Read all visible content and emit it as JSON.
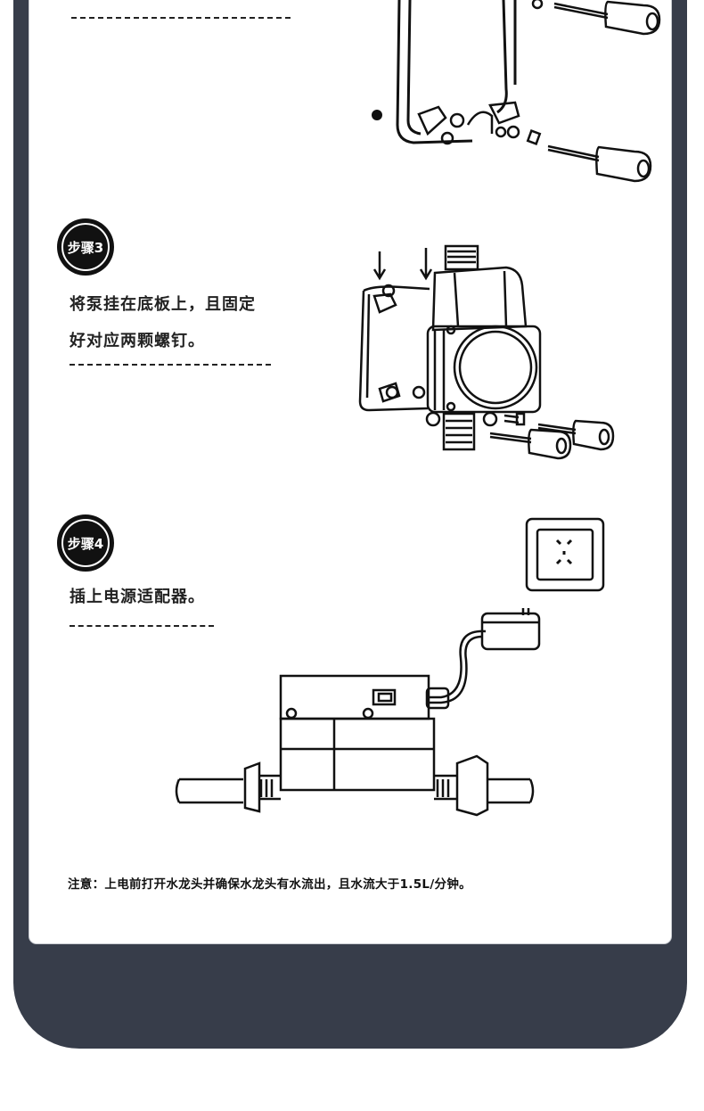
{
  "steps": [
    {
      "badge": "步骤3",
      "lines": [
        "将泵挂在底板上，且固定",
        "好对应两颗螺钉。"
      ]
    },
    {
      "badge": "步骤4",
      "lines": [
        "插上电源适配器。"
      ]
    }
  ],
  "note": "注意：上电前打开水龙头并确保水龙头有水流出，且水流大于1.5L/分钟。",
  "colors": {
    "frame": "#373d4a",
    "card": "#ffffff",
    "ink": "#111111"
  }
}
